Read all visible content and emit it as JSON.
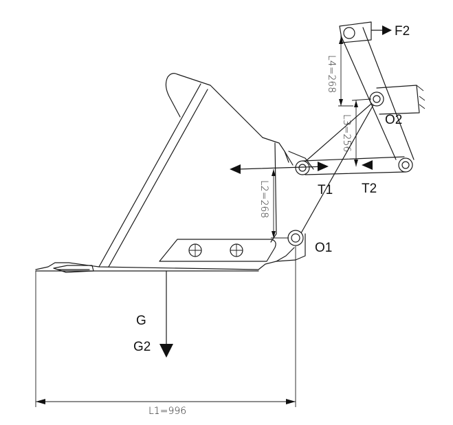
{
  "labels": {
    "F2": "F2",
    "O2": "O2",
    "T1": "T1",
    "T2": "T2",
    "O1": "O1",
    "G": "G",
    "G2": "G2"
  },
  "dimensions": {
    "L1": "L1=996",
    "L2": "L2=268",
    "L3": "L3=256",
    "L4": "L4=268"
  },
  "colors": {
    "line": "#1a1a1a",
    "background": "#ffffff"
  }
}
